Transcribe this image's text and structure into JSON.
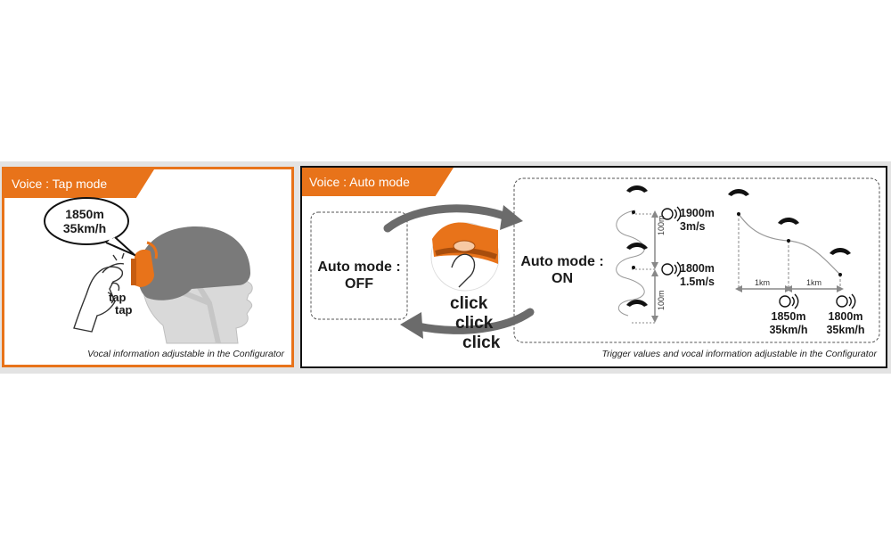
{
  "tap_panel": {
    "title": "Voice : Tap mode",
    "bubble_altitude": "1850m",
    "bubble_speed": "35km/h",
    "tap_1": "tap",
    "tap_2": "tap",
    "caption": "Vocal information adjustable in the Configurator"
  },
  "auto_panel": {
    "title": "Voice : Auto mode",
    "off_label_1": "Auto mode :",
    "off_label_2": "OFF",
    "on_label_1": "Auto mode :",
    "on_label_2": "ON",
    "click_1": "click",
    "click_2": "click",
    "click_3": "click",
    "caption": "Trigger values and vocal information adjustable in the Configurator",
    "vertical": {
      "upper_altitude": "1900m",
      "upper_rate": "3m/s",
      "lower_altitude": "1800m",
      "lower_rate": "1.5m/s",
      "interval_upper": "100m",
      "interval_lower": "100m"
    },
    "horizontal": {
      "interval_1": "1km",
      "interval_2": "1km",
      "readout_1_altitude": "1850m",
      "readout_1_speed": "35km/h",
      "readout_2_altitude": "1800m",
      "readout_2_speed": "35km/h"
    }
  },
  "colors": {
    "accent_orange": "#e8731a",
    "helmet_gray": "#7a7a7a",
    "arrow_gray": "#6b6b6b",
    "background_strip": "#e3e3e3"
  },
  "icons": [
    "speaker-icon",
    "paraglider-icon",
    "finger-icon",
    "hand-icon",
    "helmet-icon",
    "head-icon"
  ]
}
